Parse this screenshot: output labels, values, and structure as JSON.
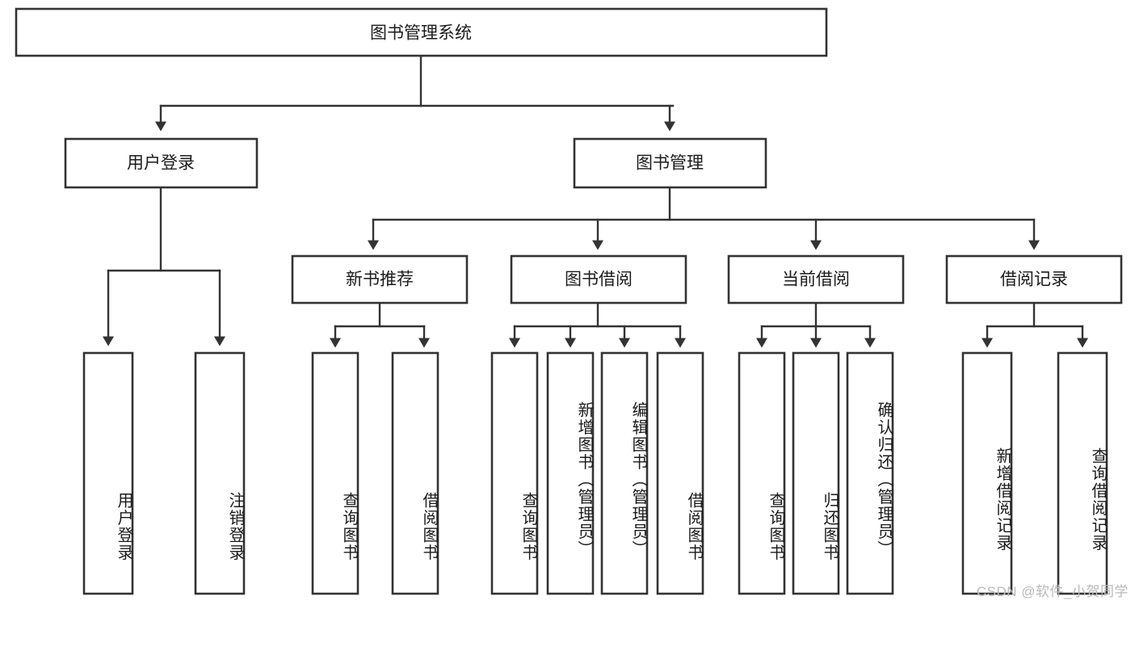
{
  "diagram": {
    "title_node": {
      "label": "图书管理系统"
    },
    "level2": [
      {
        "id": "user-login",
        "label": "用户登录"
      },
      {
        "id": "book-manage",
        "label": "图书管理"
      }
    ],
    "level3": [
      {
        "id": "new-book-recommend",
        "label": "新书推荐",
        "parent": "book-manage"
      },
      {
        "id": "book-borrow",
        "label": "图书借阅",
        "parent": "book-manage"
      },
      {
        "id": "current-borrow",
        "label": "当前借阅",
        "parent": "book-manage"
      },
      {
        "id": "borrow-record",
        "label": "借阅记录",
        "parent": "book-manage"
      }
    ],
    "leaves": [
      {
        "id": "leaf-user-login",
        "label": "用户登录",
        "parent": "user-login"
      },
      {
        "id": "leaf-logout-login",
        "label": "注销登录",
        "parent": "user-login"
      },
      {
        "id": "leaf-query-book-1",
        "label": "查询图书",
        "parent": "new-book-recommend"
      },
      {
        "id": "leaf-borrow-book-1",
        "label": "借阅图书",
        "parent": "new-book-recommend"
      },
      {
        "id": "leaf-query-book-2",
        "label": "查询图书",
        "parent": "book-borrow"
      },
      {
        "id": "leaf-add-book",
        "label": "新增图书（管理员）",
        "parent": "book-borrow"
      },
      {
        "id": "leaf-edit-book",
        "label": "编辑图书（管理员）",
        "parent": "book-borrow"
      },
      {
        "id": "leaf-borrow-book-2",
        "label": "借阅图书",
        "parent": "book-borrow"
      },
      {
        "id": "leaf-query-book-3",
        "label": "查询图书",
        "parent": "current-borrow"
      },
      {
        "id": "leaf-return-book",
        "label": "归还图书",
        "parent": "current-borrow"
      },
      {
        "id": "leaf-confirm-return",
        "label": "确认归还（管理员）",
        "parent": "current-borrow"
      },
      {
        "id": "leaf-add-record",
        "label": "新增借阅记录",
        "parent": "borrow-record"
      },
      {
        "id": "leaf-query-record",
        "label": "查询借阅记录",
        "parent": "borrow-record"
      }
    ],
    "colors": {
      "stroke": "#333333",
      "fill": "#ffffff",
      "text": "#1b1b1b",
      "watermark": "#b9b9b9"
    }
  },
  "watermark": {
    "text": "CSDN @软件_小贺同学"
  }
}
